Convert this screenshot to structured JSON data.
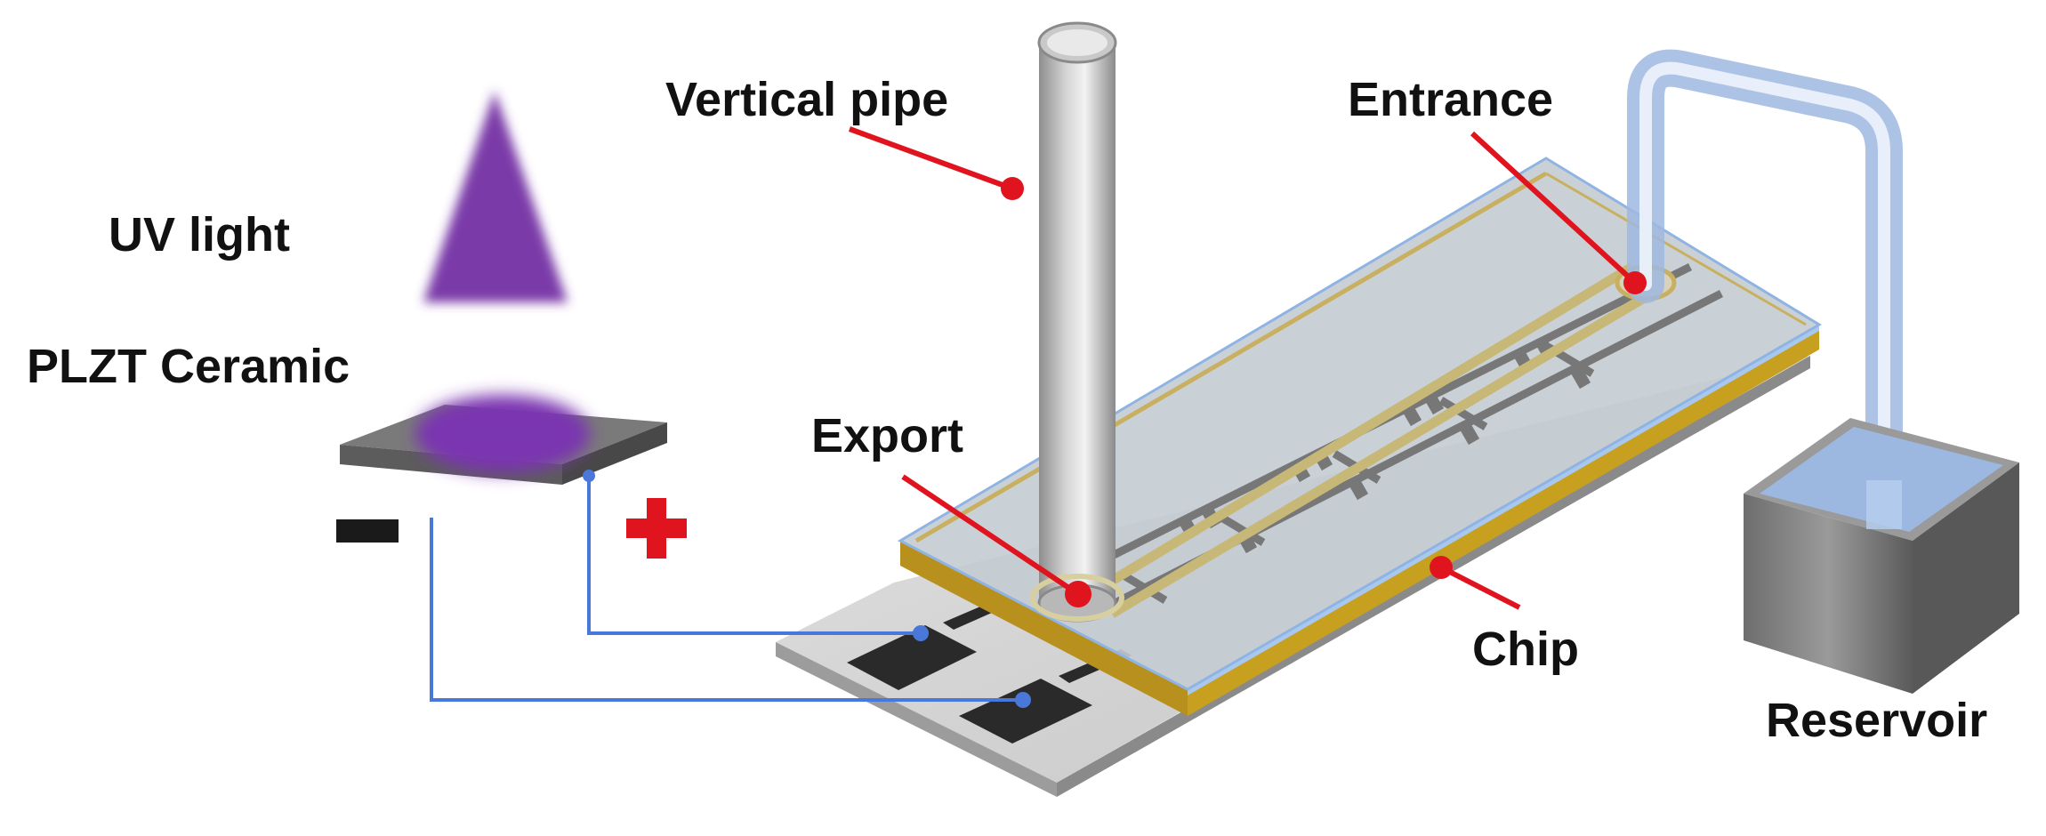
{
  "labels": {
    "vertical_pipe": "Vertical pipe",
    "entrance": "Entrance",
    "uv_light": "UV light",
    "plzt_ceramic": "PLZT Ceramic",
    "export": "Export",
    "chip": "Chip",
    "reservoir": "Reservoir",
    "minus": "−",
    "plus": "+"
  },
  "colors": {
    "uv_purple": "#7a3aa8",
    "pointer_red": "#e0141e",
    "wire_blue": "#4a78d8",
    "chip_gold": "#c8a020",
    "electrode_black": "#2a2a2a",
    "ceramic_gray": "#7a7a7a"
  }
}
